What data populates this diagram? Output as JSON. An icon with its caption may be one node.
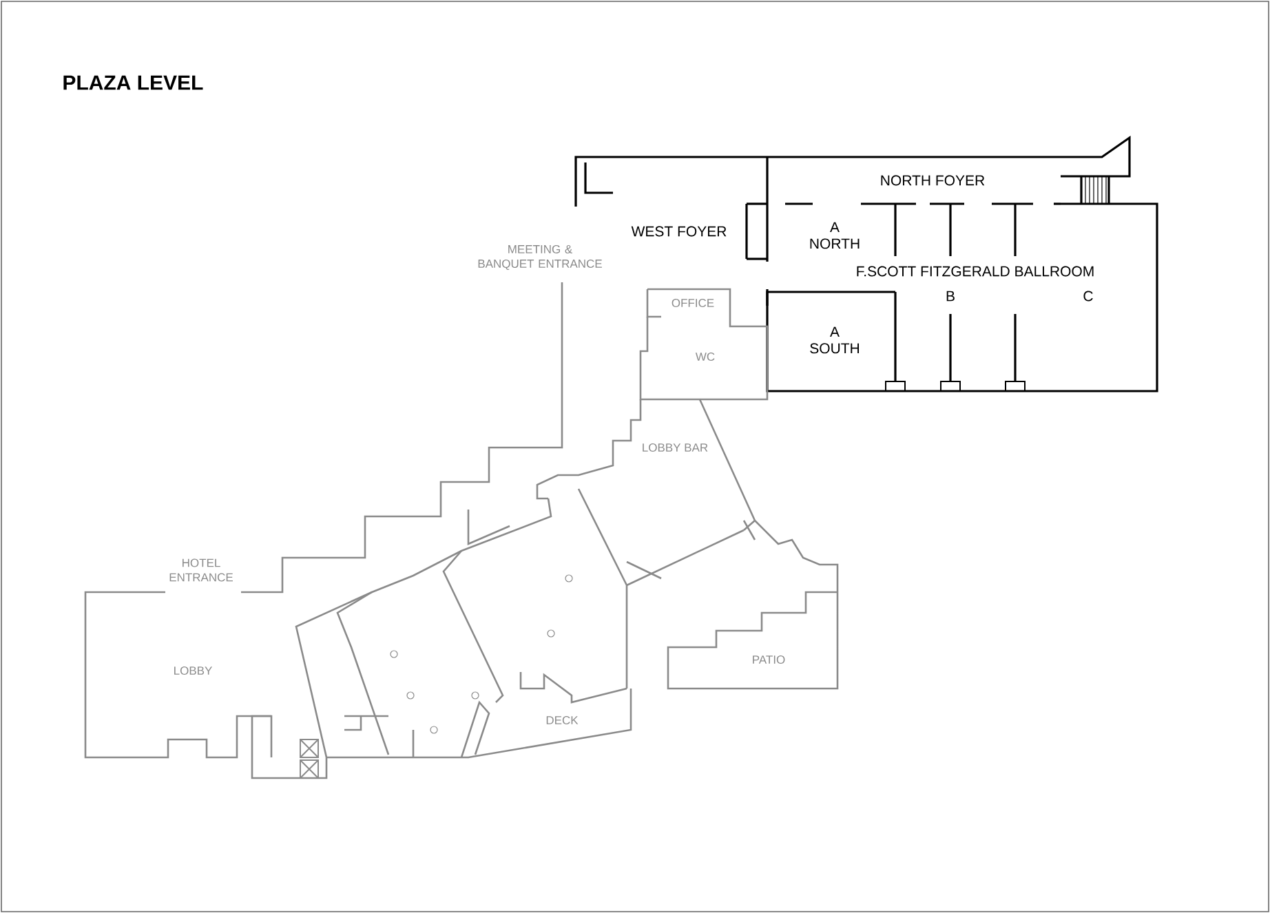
{
  "diagram": {
    "title": "PLAZA LEVEL",
    "labels": [
      "NORTH FOYER",
      "WEST FOYER",
      "A NORTH",
      "MEETING & BANQUET ENTRANCE",
      "F.SCOTT FITZGERALD BALLROOM",
      "B",
      "C",
      "OFFICE",
      "A SOUTH",
      "WC",
      "LOBBY BAR",
      "HOTEL ENTRANCE",
      "LOBBY",
      "PATIO",
      "DECK"
    ]
  }
}
